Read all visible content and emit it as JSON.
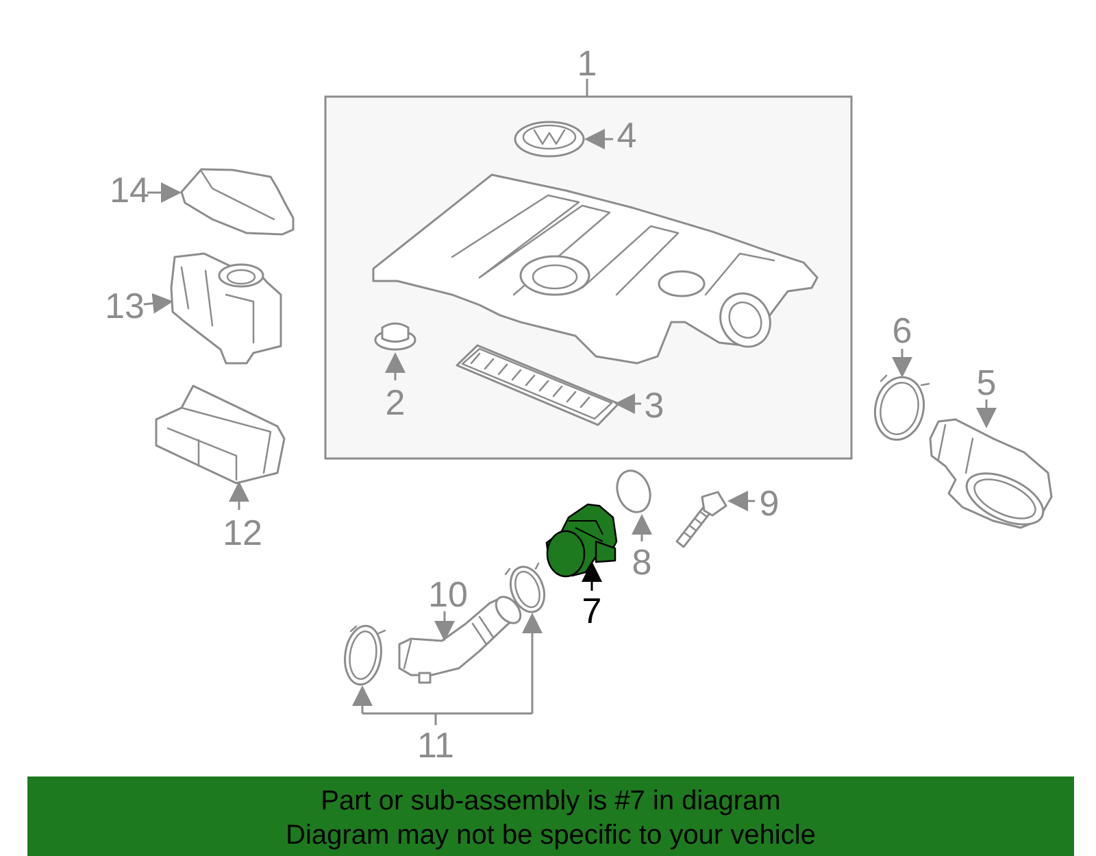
{
  "callouts": {
    "c1": "1",
    "c2": "2",
    "c3": "3",
    "c4": "4",
    "c5": "5",
    "c6": "6",
    "c7": "7",
    "c8": "8",
    "c9": "9",
    "c10": "10",
    "c11": "11",
    "c12": "12",
    "c13": "13",
    "c14": "14"
  },
  "highlighted_part": "7",
  "colors": {
    "highlight": "#1e7a1e",
    "line": "#8c8c8c",
    "banner": "#1e7a1e"
  },
  "banner": {
    "line1": "Part or sub-assembly is #7 in diagram",
    "line2": "Diagram may not be specific to your vehicle"
  }
}
